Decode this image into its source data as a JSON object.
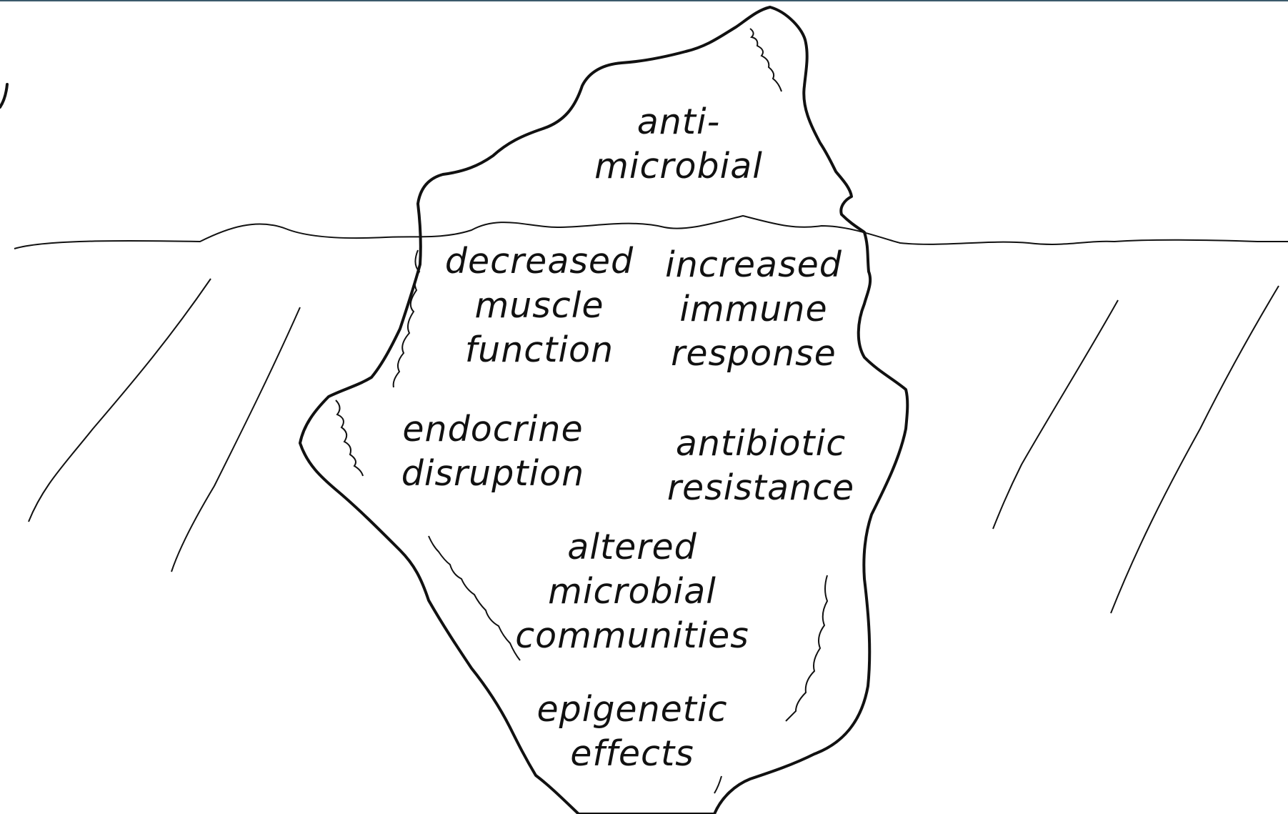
{
  "colors": {
    "ink": "#111111",
    "background": "#ffffff",
    "top_border": "#3c5a6b"
  },
  "labels": {
    "antimicrobial": {
      "line1": "anti-",
      "line2": "microbial"
    },
    "muscle": {
      "line1": "decreased",
      "line2": "muscle",
      "line3": "function"
    },
    "immune": {
      "line1": "increased",
      "line2": "immune",
      "line3": "response"
    },
    "endocrine": {
      "line1": "endocrine",
      "line2": "disruption"
    },
    "antibiotic": {
      "line1": "antibiotic",
      "line2": "resistance"
    },
    "microbial_communities": {
      "line1": "altered",
      "line2": "microbial",
      "line3": "communities"
    },
    "epigenetic": {
      "line1": "epigenetic",
      "line2": "effects"
    }
  }
}
